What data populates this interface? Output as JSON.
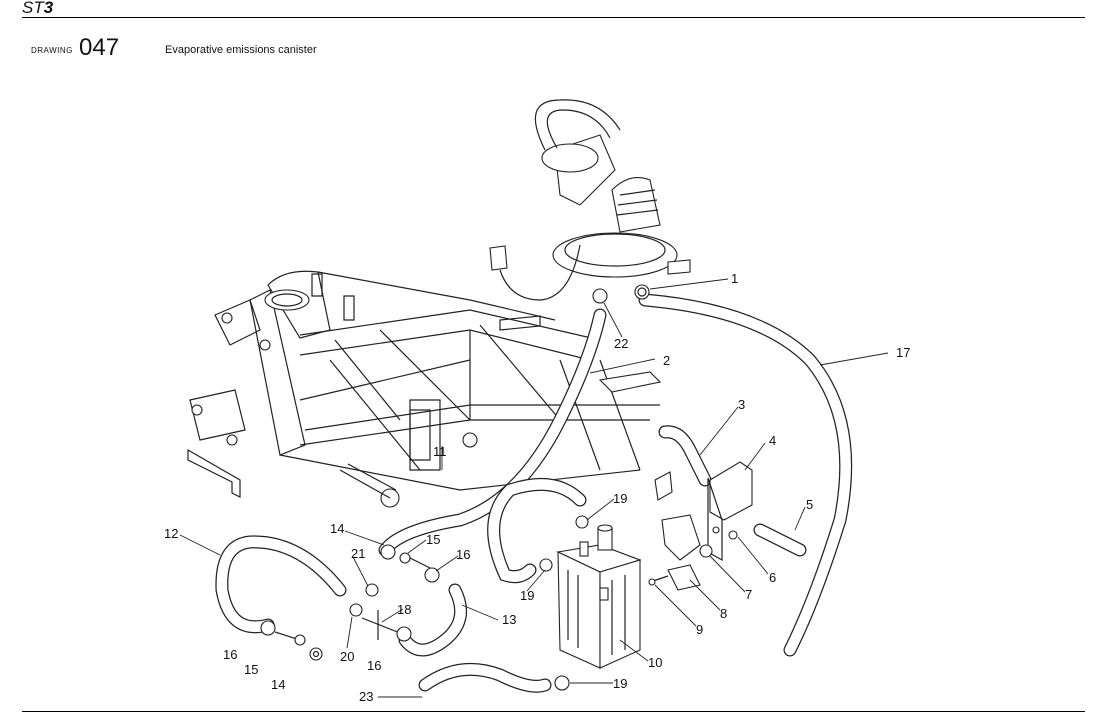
{
  "header": {
    "model_prefix": "ST",
    "model_suffix": "3"
  },
  "drawing": {
    "word": "DRAWING",
    "number": "047",
    "title": "Evaporative emissions canister"
  },
  "callouts": {
    "c1": "1",
    "c2": "2",
    "c3": "3",
    "c4": "4",
    "c5": "5",
    "c6": "6",
    "c7": "7",
    "c8": "8",
    "c9": "9",
    "c10": "10",
    "c11": "11",
    "c12": "12",
    "c13": "13",
    "c14a": "14",
    "c14b": "14",
    "c15a": "15",
    "c15b": "15",
    "c16a": "16",
    "c16b": "16",
    "c16c": "16",
    "c17": "17",
    "c18": "18",
    "c19a": "19",
    "c19b": "19",
    "c19c": "19",
    "c20": "20",
    "c21": "21",
    "c22": "22",
    "c23": "23"
  }
}
